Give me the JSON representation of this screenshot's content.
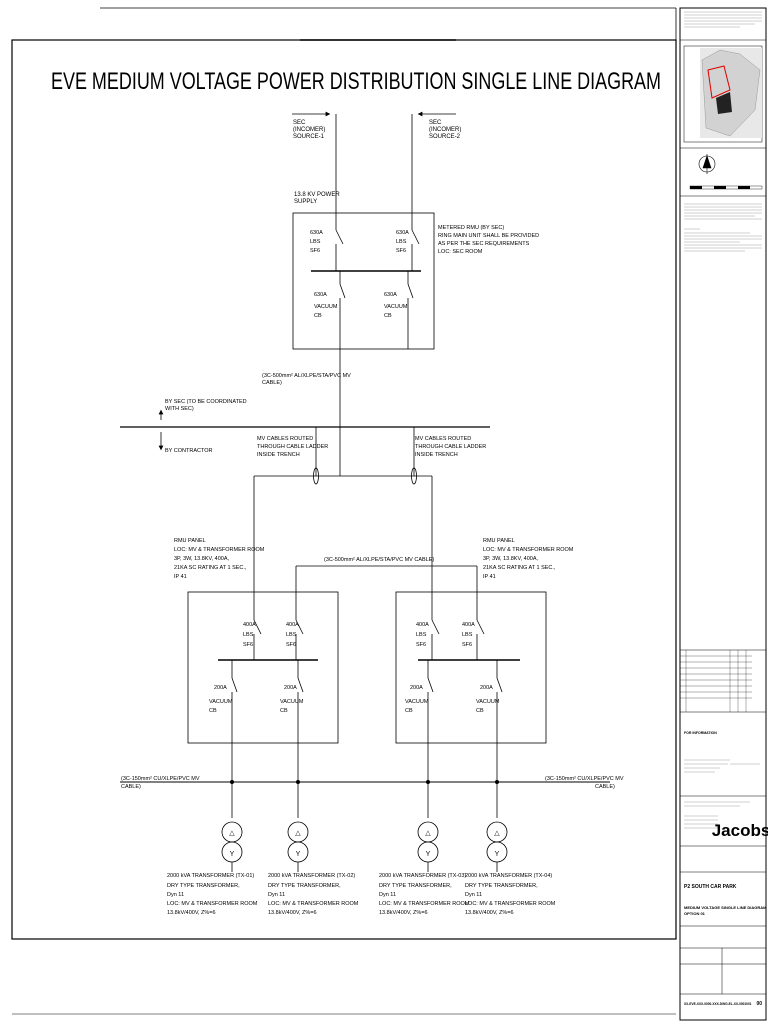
{
  "title": "EVE MEDIUM VOLTAGE POWER DISTRIBUTION SINGLE LINE DIAGRAM",
  "source1": [
    "SEC",
    "(INCOMER)",
    "SOURCE-1"
  ],
  "source2": [
    "SEC",
    "(INCOMER)",
    "SOURCE-2"
  ],
  "supply": [
    "13.8 KV POWER",
    "SUPPLY"
  ],
  "rmu_sec": {
    "lbs1": [
      "630A",
      "LBS",
      "SF6"
    ],
    "lbs2": [
      "630A",
      "LBS",
      "SF6"
    ],
    "vcb1": [
      "630A",
      "VACUUM",
      "CB"
    ],
    "vcb2": [
      "630A",
      "VACUUM",
      "CB"
    ],
    "note": [
      "METERED RMU (BY SEC)",
      "RING MAIN UNIT SHALL BE PROVIDED",
      "AS PER THE SEC REQUIREMENTS",
      "LOC: SEC ROOM"
    ]
  },
  "main_cable": [
    "(3C-500mm² AL/XLPE/STA/PVC MV",
    "CABLE)"
  ],
  "by_sec": [
    "BY SEC (TO BE COORDINATED",
    "WITH SEC)"
  ],
  "by_contractor": "BY CONTRACTOR",
  "trench_left": [
    "MV CABLES ROUTED",
    "THROUGH CABLE LADDER",
    "INSIDE TRENCH"
  ],
  "trench_right": [
    "MV CABLES ROUTED",
    "THROUGH CABLE LADDER",
    "INSIDE TRENCH"
  ],
  "rmu_left": [
    "RMU PANEL",
    "LOC: MV & TRANSFORMER ROOM",
    "3P, 3W, 13.8KV, 400A,",
    "21KA SC RATING AT 1 SEC.,",
    "IP 41"
  ],
  "rmu_right": [
    "RMU PANEL",
    "LOC: MV & TRANSFORMER ROOM",
    "3P, 3W, 13.8KV, 400A,",
    "21KA SC RATING AT 1 SEC.,",
    "IP 41"
  ],
  "ring_cable": "(3C-500mm² AL/XLPE/STA/PVC MV CABLE)",
  "lbs_400": [
    "400A",
    "LBS",
    "SF6"
  ],
  "vcb_200": [
    "200A",
    "VACUUM",
    "CB"
  ],
  "tx_cable_left": [
    "(3C-150mm² CU/XLPE/PVC MV",
    "CABLE)"
  ],
  "tx_cable_right": [
    "(3C-150mm² CU/XLPE/PVC MV",
    "CABLE)"
  ],
  "transformers": [
    [
      "2000 kVA TRANSFORMER (TX-01)",
      "DRY TYPE TRANSFORMER,",
      "Dyn 11",
      "LOC: MV & TRANSFORMER ROOM",
      "13.8kV/400V, Z%=6"
    ],
    [
      "2000 kVA TRANSFORMER (TX-02)",
      "DRY TYPE TRANSFORMER,",
      "Dyn 11",
      "LOC: MV & TRANSFORMER ROOM",
      "13.8kV/400V, Z%=6"
    ],
    [
      "2000 kVA TRANSFORMER (TX-03)",
      "DRY TYPE TRANSFORMER,",
      "Dyn 11",
      "LOC: MV & TRANSFORMER ROOM",
      "13.8kV/400V, Z%=6"
    ],
    [
      "2000 kVA TRANSFORMER (TX-04)",
      "DRY TYPE TRANSFORMER,",
      "Dyn 11",
      "LOC: MV & TRANSFORMER ROOM",
      "13.8kV/400V, Z%=6"
    ]
  ],
  "title_block": {
    "logo": "Jacobs",
    "project": "P2 SOUTH CAR PARK",
    "drawing_title": [
      "MEDIUM VOLTAGE SINGLE LINE DIAGRAM",
      "OPTION 01"
    ],
    "status": "FOR INFORMATION",
    "drawing_number": "XX-EVE-XXX-0000-XXX-DWG-EL-XX-0001001",
    "revision": "00"
  }
}
